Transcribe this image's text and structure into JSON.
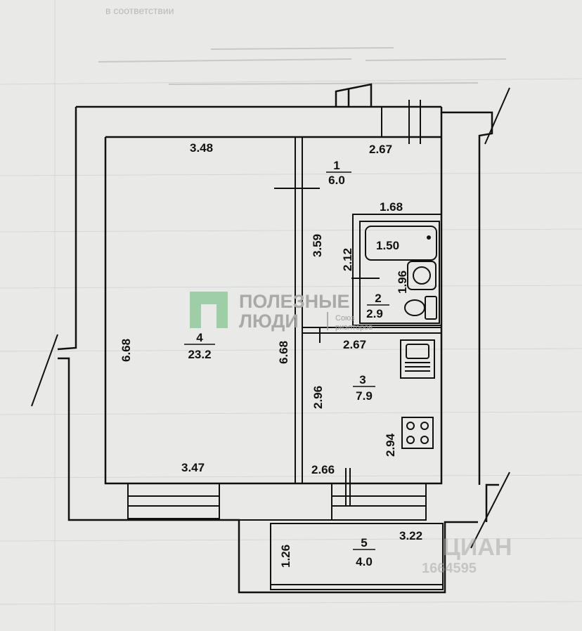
{
  "header_text": "в соответствии",
  "rooms": [
    {
      "number": "1",
      "area": "6.0"
    },
    {
      "number": "2",
      "area": "2.9"
    },
    {
      "number": "3",
      "area": "7.9"
    },
    {
      "number": "4",
      "area": "23.2"
    },
    {
      "number": "5",
      "area": "4.0"
    }
  ],
  "dimensions": {
    "room4_top": "3.48",
    "room4_bottom": "3.47",
    "room4_left": "6.68",
    "room4_right": "6.68",
    "room1_top": "2.67",
    "corridor_side": "3.59",
    "bath_top": "1.68",
    "bath_side": "2.12",
    "bath_inner": "1.96",
    "bathtub": "1.50",
    "room3_top": "2.67",
    "room3_left": "2.96",
    "room3_bottom": "2.66",
    "room3_right": "2.94",
    "balcony_side": "1.26",
    "balcony_top": "3.22"
  },
  "watermark": {
    "line1": "ПОЛЕЗНЫЕ",
    "line2": "ЛЮДИ",
    "sub1": "Союз",
    "sub2": "риэлторов",
    "colors": {
      "logo": "#8fc99b",
      "text": "#9a9a9a"
    }
  },
  "corner_watermark": {
    "brand": "ЦИАН",
    "code": "1664595"
  }
}
